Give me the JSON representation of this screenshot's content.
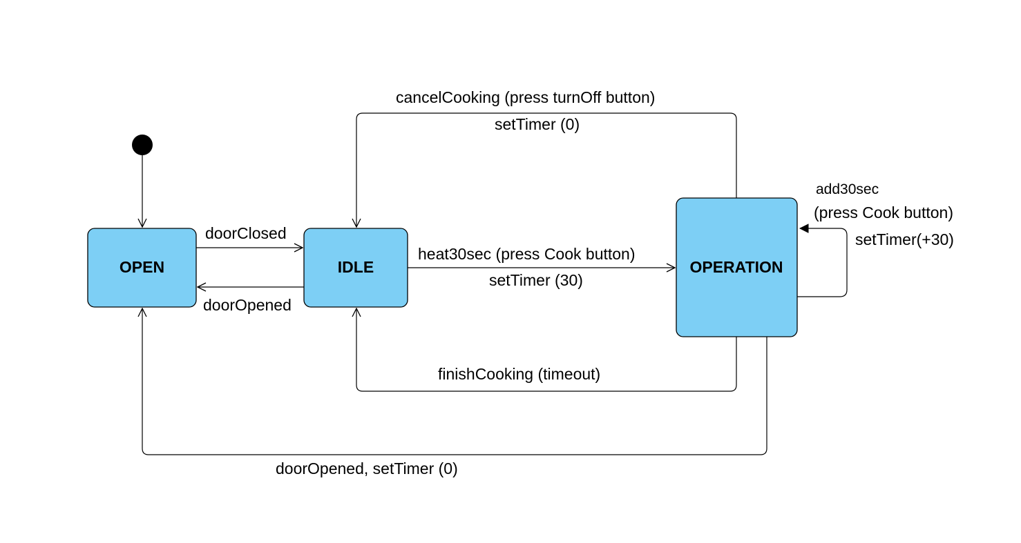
{
  "states": {
    "open": "OPEN",
    "idle": "IDLE",
    "operation": "OPERATION"
  },
  "transitions": {
    "door_closed": "doorClosed",
    "door_opened": "doorOpened",
    "heat": "heat30sec (press Cook button)",
    "heat_action": "setTimer (30)",
    "cancel": "cancelCooking (press turnOff button)",
    "cancel_action": "setTimer (0)",
    "finish": "finishCooking (timeout)",
    "add_event": "add30sec",
    "add_trigger": "(press Cook button)",
    "add_action": "setTimer(+30)",
    "door_opened_operation": "doorOpened, setTimer (0)"
  },
  "colors": {
    "state_fill": "#7dcff5",
    "line": "#000000"
  }
}
